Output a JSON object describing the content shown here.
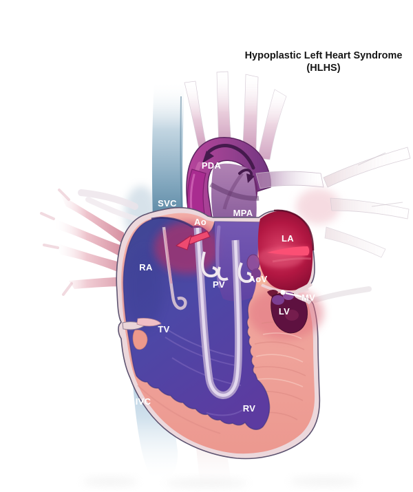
{
  "title": {
    "line1": "Hypoplastic Left Heart Syndrome",
    "line2": "(HLHS)"
  },
  "labels": {
    "pda": {
      "text": "PDA"
    },
    "svc": {
      "text": "SVC"
    },
    "ao": {
      "text": "Ao"
    },
    "mpa": {
      "text": "MPA"
    },
    "la": {
      "text": "LA"
    },
    "ra": {
      "text": "RA"
    },
    "pv": {
      "text": "PV"
    },
    "aov": {
      "text": "AoV"
    },
    "mv": {
      "text": "MV"
    },
    "lv": {
      "text": "LV"
    },
    "tv": {
      "text": "TV"
    },
    "ivc": {
      "text": "IVC"
    },
    "rv": {
      "text": "RV"
    }
  },
  "colors": {
    "background": "#ffffff",
    "title_text": "#161616",
    "label_text": "#ffffff",
    "deoxygenated_atrium_blue": "#4a51a4",
    "right_ventricle_purple": "#5e3da0",
    "oxygenated_left_atrium_crimson": "#b31743",
    "myocardium_salmon": "#efa099",
    "svc_blue": "#6f94b0",
    "ivc_light_blue": "#a9c6da",
    "aorta_magenta": "#a92c90",
    "mpa_purple": "#7d5cb6",
    "epicardium_band_pink": "#ecd8dc",
    "mixing_flow_arrow_red": "#ee4a70",
    "pda_flow_arrow_dark": "#451a4d",
    "la_flow_streak_pink": "#fb4f74"
  }
}
